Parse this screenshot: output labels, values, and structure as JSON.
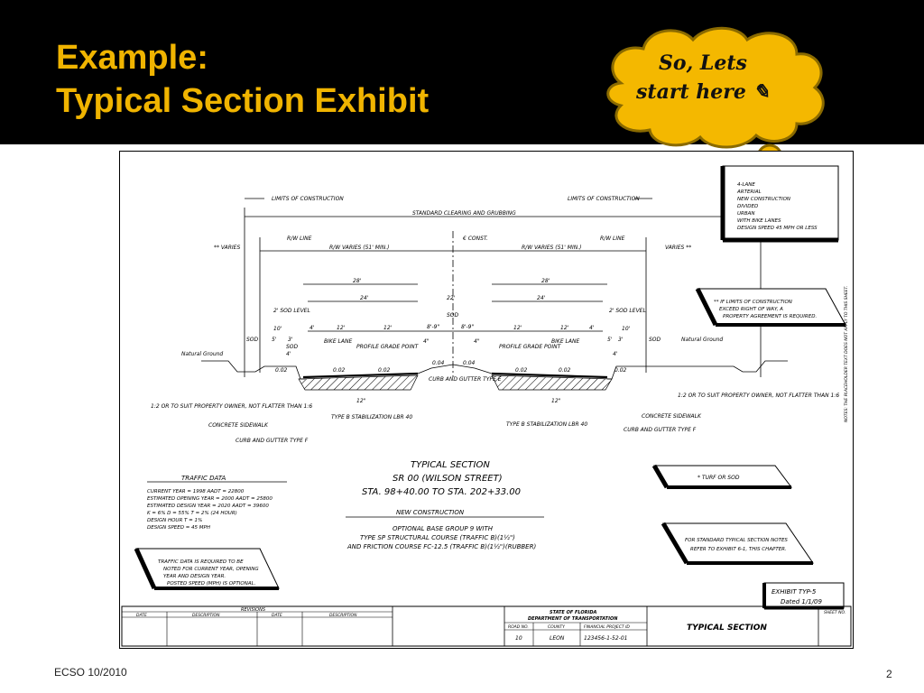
{
  "slide": {
    "title_line1": "Example:",
    "title_line2": "Typical Section Exhibit",
    "callout_line1": "So, Lets",
    "callout_line2": "start here",
    "footer_left": "ECSO 10/2010",
    "slide_number": "2"
  },
  "colors": {
    "header_bg": "#000000",
    "title": "#f0b400",
    "cloud_fill": "#f4b800",
    "cloud_stroke": "#8a6a00"
  },
  "exhibit": {
    "limits_of_construction": "LIMITS OF CONSTRUCTION",
    "standard_clearing": "STANDARD CLEARING AND GRUBBING",
    "rw_line": "R/W LINE",
    "centerline": "€ CONST.",
    "rw_varies": "R/W VARIES (51' MIN.)",
    "varies": "VARIES **",
    "varies_left": "** VARIES",
    "dim_28": "28'",
    "dim_24": "24'",
    "dim_22": "22'",
    "dim_12": "12'",
    "dim_4": "4'",
    "dim_10": "10'",
    "dim_5": "5'",
    "dim_3": "3'",
    "dim_8_9": "8'-9\"",
    "dim_2_sod": "2' SOD LEVEL",
    "dim_4_in": "4\"",
    "dim_12_in": "12\"",
    "sod": "SOD",
    "slope_002": "0.02",
    "slope_004": "0.04",
    "bike_lane": "BIKE LANE",
    "profile_grade_point": "PROFILE GRADE POINT",
    "natural_ground": "Natural Ground",
    "curb_gutter_e": "CURB AND GUTTER TYPE E",
    "curb_gutter_f": "CURB AND GUTTER TYPE F",
    "concrete_sidewalk": "CONCRETE SIDEWALK",
    "type_b_stab": "TYPE B STABILIZATION LBR 40",
    "slope_note": "1:2 OR TO SUIT PROPERTY OWNER, NOT FLATTER THAN 1:6",
    "design_box": [
      "4-LANE",
      "ARTERIAL",
      "NEW CONSTRUCTION",
      "DIVIDED",
      "URBAN",
      "WITH BIKE LANES",
      "DESIGN SPEED 45 MPH OR LESS"
    ],
    "limits_note": [
      "** IF LIMITS OF CONSTRUCTION",
      "EXCEED RIGHT OF WAY, A",
      "PROPERTY AGREEMENT IS REQUIRED."
    ],
    "traffic_data_title": "TRAFFIC DATA",
    "traffic_data": [
      "CURRENT YEAR          = 1998  AADT = 22800",
      "ESTIMATED OPENING YEAR = 2000 AADT = 25800",
      "ESTIMATED DESIGN YEAR  = 2020 AADT = 39600",
      "K = 6%   D = 55%   T = 2% (24 HOUR)",
      "DESIGN HOUR  T = 1%",
      "DESIGN SPEED = 45 MPH"
    ],
    "traffic_note": [
      "TRAFFIC DATA IS REQUIRED TO BE",
      "NOTED FOR CURRENT YEAR, OPENING",
      "YEAR AND DESIGN YEAR.",
      "POSTED SPEED (MPH) IS OPTIONAL."
    ],
    "typical_section": "TYPICAL SECTION",
    "road_name": "SR 00 (WILSON STREET)",
    "stations": "STA. 98+40.00 TO STA. 202+33.00",
    "new_construction": "NEW CONSTRUCTION",
    "base_notes": [
      "OPTIONAL BASE GROUP 9 WITH",
      "TYPE SP STRUCTURAL COURSE (TRAFFIC B)(1½\")",
      "AND FRICTION COURSE FC-12.5 (TRAFFIC B)(1½\")(RUBBER)"
    ],
    "turf_note": "* TURF OR SOD",
    "standard_note": [
      "FOR STANDARD TYPICAL SECTION NOTES",
      "REFER TO EXHIBIT 6-1, THIS CHAPTER."
    ],
    "exhibit_label": "EXHIBIT TYP-5",
    "exhibit_date": "Dated 1/1/09",
    "side_note": "NOTES: THE PLACEHOLDER TEXT DOES NOT APPLY TO THIS SHEET.",
    "title_block": {
      "revisions": "REVISIONS",
      "date": "DATE",
      "description": "DESCRIPTION",
      "state": "STATE OF FLORIDA",
      "department": "DEPARTMENT OF TRANSPORTATION",
      "road_no_label": "ROAD NO.",
      "county_label": "COUNTY",
      "fin_proj_label": "FINANCIAL PROJECT ID",
      "road_no": "10",
      "county": "LEON",
      "fin_proj": "123456-1-52-01",
      "sheet_title": "TYPICAL SECTION",
      "sheet_no": "SHEET NO."
    }
  }
}
